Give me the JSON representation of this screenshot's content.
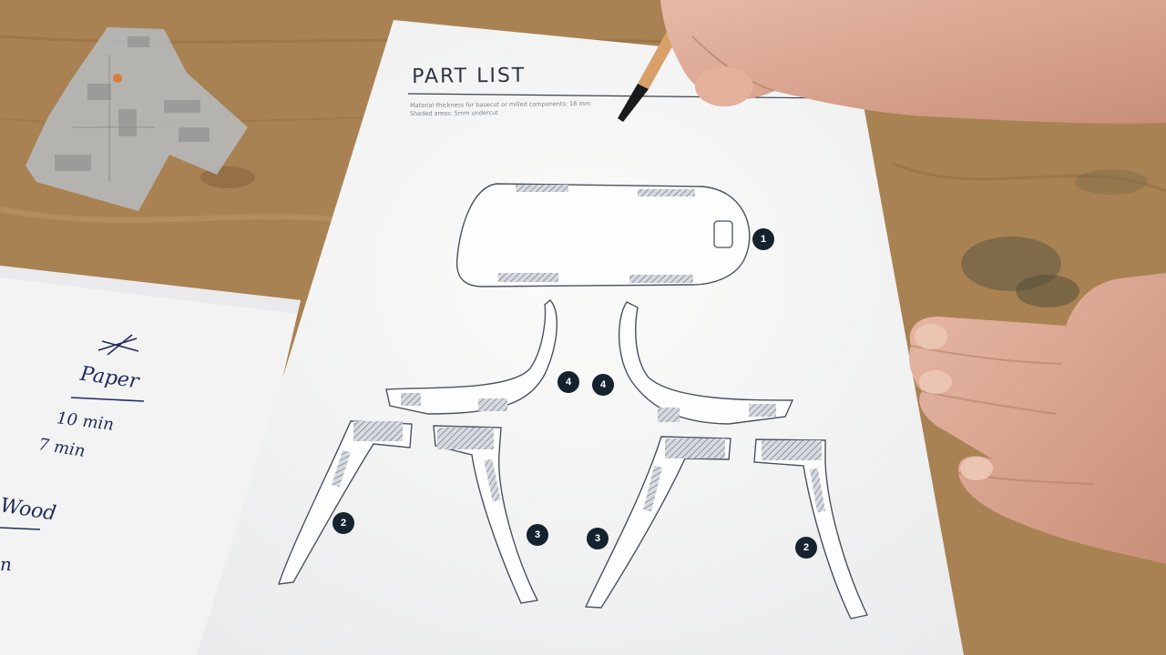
{
  "sheet": {
    "title": "PART LIST",
    "subtitle_line1": "Material thickness for basecut or milled components: 18 mm",
    "subtitle_line2": "Shaded areas: 5mm undercut"
  },
  "parts": {
    "badge_1": "1",
    "badge_4_left": "4",
    "badge_4_right": "4",
    "badge_2_left": "2",
    "badge_3_left": "3",
    "badge_3_right": "3",
    "badge_2_right": "2"
  },
  "handwritten_notes": {
    "line_paper": "Paper",
    "line_10min": "10 min",
    "line_7min": "7 min",
    "line_wood": "Wood",
    "line_n": "n"
  },
  "colors": {
    "table_wood": "#a98253",
    "paper": "#f7f7f5",
    "ink": "#2e3540",
    "badge": "#15232e",
    "hatch": "#7b8491",
    "overlay_map": "#b8bcc0",
    "map_marker": "#e07b39",
    "pen_ink": "#1f2c5a"
  },
  "icons": {
    "overlay": "floorplan-map-icon",
    "marker": "location-marker-icon",
    "pencil": "pencil-icon"
  }
}
